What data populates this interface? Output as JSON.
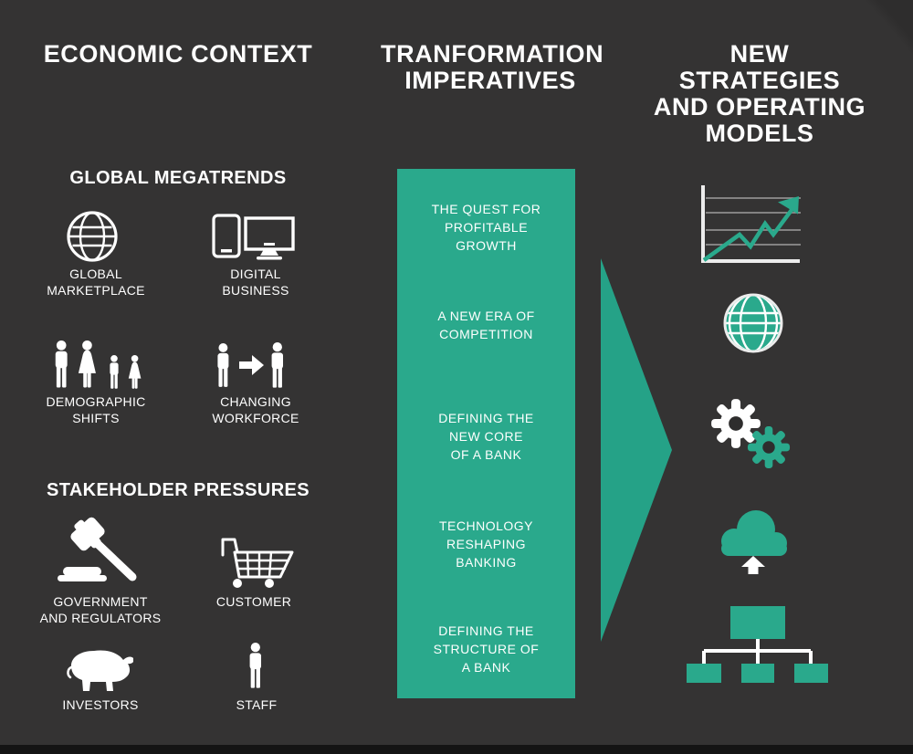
{
  "palette": {
    "background": "#2e2d2d",
    "accent_green": "#2aa98c",
    "arrow_green": "#25a287",
    "text_white": "#ffffff",
    "footer_bar": "#141414"
  },
  "header": {
    "col1_title": "ECONOMIC CONTEXT",
    "col2_title": "TRANFORMATION\nIMPERATIVES",
    "col3_title": "NEW STRATEGIES\nAND OPERATING\nMODELS"
  },
  "economic_context": {
    "global_megatrends": {
      "heading": "GLOBAL MEGATRENDS",
      "items": [
        {
          "label": "GLOBAL\nMARKETPLACE",
          "icon": "globe-wireframe-icon"
        },
        {
          "label": "DIGITAL\nBUSINESS",
          "icon": "phone-monitor-icon"
        },
        {
          "label": "DEMOGRAPHIC\nSHIFTS",
          "icon": "family-figures-icon"
        },
        {
          "label": "CHANGING\nWORKFORCE",
          "icon": "person-arrow-person-icon"
        }
      ]
    },
    "stakeholder_pressures": {
      "heading": "STAKEHOLDER PRESSURES",
      "items": [
        {
          "label": "GOVERNMENT\nAND REGULATORS",
          "icon": "gavel-icon"
        },
        {
          "label": "CUSTOMER",
          "icon": "shopping-cart-icon"
        },
        {
          "label": "INVESTORS",
          "icon": "bull-icon"
        },
        {
          "label": "STAFF",
          "icon": "person-icon"
        }
      ]
    }
  },
  "transformation_imperatives": {
    "items": [
      "THE QUEST FOR\nPROFITABLE\nGROWTH",
      "A NEW ERA OF\nCOMPETITION",
      "DEFINING THE\nNEW CORE\nOF A BANK",
      "TECHNOLOGY\nRESHAPING\nBANKING",
      "DEFINING THE\nSTRUCTURE OF\nA BANK"
    ]
  },
  "new_strategies": {
    "icons": [
      "growth-chart-icon",
      "globe-icon",
      "gears-icon",
      "cloud-upload-icon",
      "org-chart-icon"
    ]
  }
}
